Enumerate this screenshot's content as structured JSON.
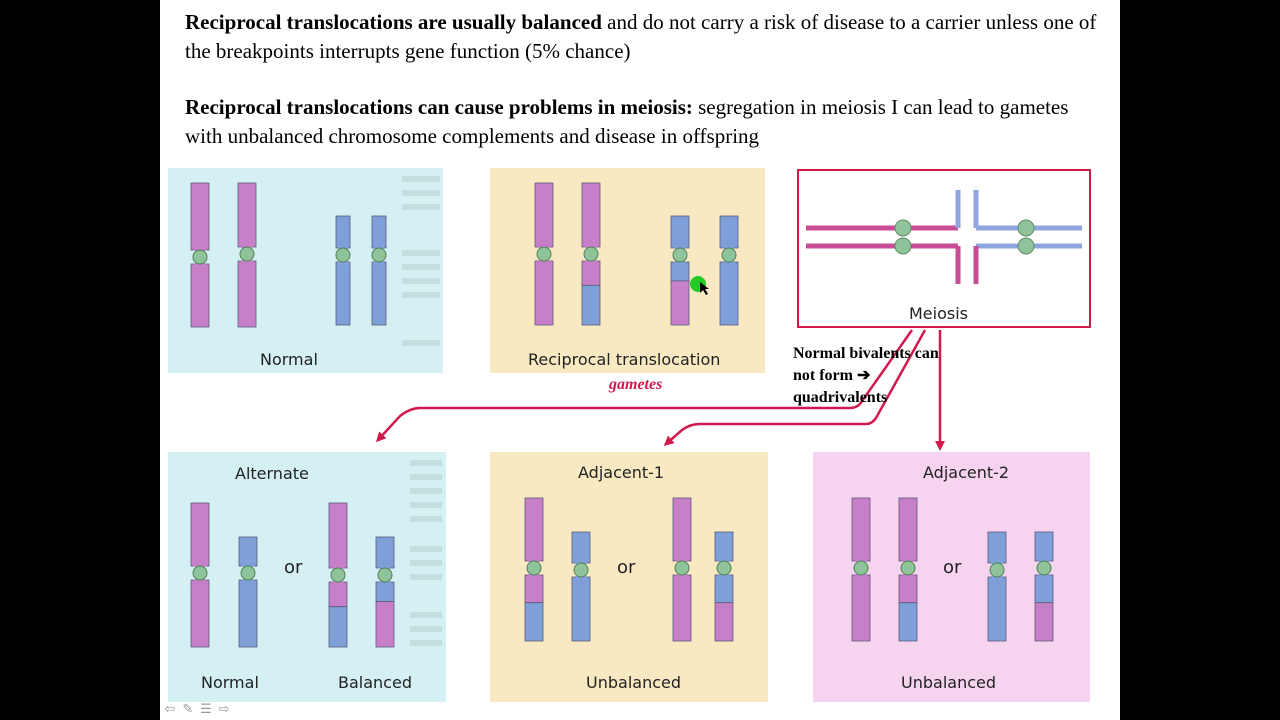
{
  "paragraph1": {
    "bold": "Reciprocal translocations are usually balanced",
    "rest": " and do not carry a risk of disease to a carrier unless one of the breakpoints interrupts gene function (5% chance)"
  },
  "paragraph2": {
    "bold": "Reciprocal translocations can cause problems in meiosis:",
    "rest": " segregation in meiosis I can lead to gametes with unbalanced chromosome complements and disease in offspring"
  },
  "panels": {
    "normal": {
      "label": "Normal"
    },
    "reciprocal": {
      "label": "Reciprocal translocation"
    },
    "meiosis": {
      "label": "Meiosis"
    },
    "alternate": {
      "title": "Alternate",
      "or": "or",
      "left": "Normal",
      "right": "Balanced"
    },
    "adjacent1": {
      "title": "Adjacent-1",
      "or": "or",
      "bottom": "Unbalanced"
    },
    "adjacent2": {
      "title": "Adjacent-2",
      "or": "or",
      "bottom": "Unbalanced"
    }
  },
  "gametes_label": "gametes",
  "bivalents_note": "Normal bivalents can not form ➔ quadrivalents",
  "colors": {
    "magenta_chromosome": "#c77fc8",
    "blue_chromosome": "#7f9fd8",
    "centromere": "#8fc39a",
    "arrow": "#d01a4e",
    "cyan_panel": "#d4f0f3",
    "yellow_panel": "#f8e9c3",
    "pink_panel": "#f6d3ef"
  },
  "nav": {
    "icons": [
      "back-arrow-icon",
      "pen-icon",
      "menu-icon",
      "forward-arrow-icon"
    ]
  }
}
